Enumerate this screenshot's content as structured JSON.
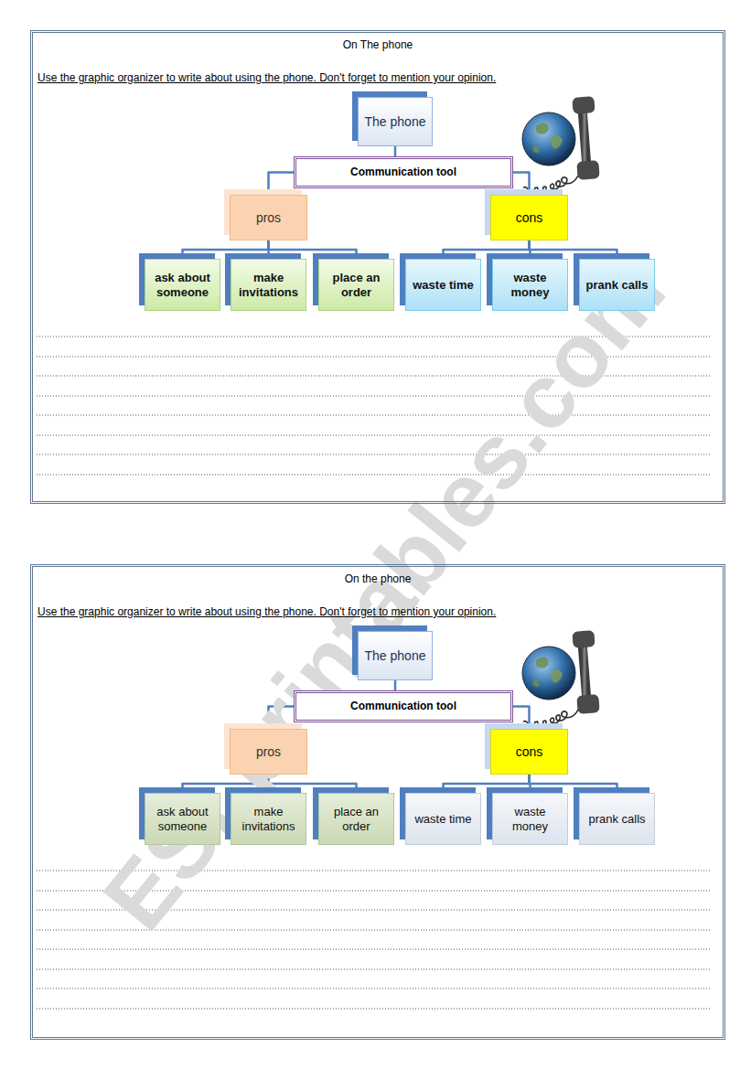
{
  "diagram": {
    "nodes": [
      {
        "text": [
          "On The phone",
          "Use the graphic organizer to write about using the phone. Don't forget to mention your opinion."
        ]
      },
      {
        "text": [
          "The phone"
        ],
        "in": 0
      },
      {
        "text": [
          "Communication tool"
        ],
        "in": 0
      },
      {
        "text": [
          "pros"
        ],
        "in": 0
      },
      {
        "text": [
          "cons"
        ],
        "in": 0
      },
      {
        "text": [
          "ask about someone"
        ],
        "in": 0
      },
      {
        "text": [
          "make invitations"
        ],
        "in": 0
      },
      {
        "text": [
          "place an order"
        ],
        "in": 0
      },
      {
        "text": [
          "waste time"
        ],
        "in": 0
      },
      {
        "text": [
          "waste money"
        ],
        "in": 0
      },
      {
        "text": [
          "prank calls"
        ],
        "in": 0
      },
      {
        "text": [
          "On the phone",
          "Use the graphic organizer to write about using the phone. Don't forget to mention your opinion."
        ]
      },
      {
        "text": [
          "The phone"
        ],
        "in": 11
      },
      {
        "text": [
          "Communication tool"
        ],
        "in": 11
      },
      {
        "text": [
          "pros"
        ],
        "in": 11
      },
      {
        "text": [
          "cons"
        ],
        "in": 11
      },
      {
        "text": [
          "ask about someone"
        ],
        "in": 11
      },
      {
        "text": [
          "make invitations"
        ],
        "in": 11
      },
      {
        "text": [
          "place an order"
        ],
        "in": 11
      },
      {
        "text": [
          "waste time"
        ],
        "in": 11
      },
      {
        "text": [
          "waste money"
        ],
        "in": 11
      },
      {
        "text": [
          "prank calls"
        ],
        "in": 11
      }
    ],
    "edges": [
      {
        "from": 1,
        "to": 2,
        "arrow": "none"
      },
      {
        "from": 2,
        "to": 3,
        "arrow": "none"
      },
      {
        "from": 2,
        "to": 4,
        "arrow": "none"
      },
      {
        "from": 3,
        "to": 5,
        "arrow": "none"
      },
      {
        "from": 3,
        "to": 6,
        "arrow": "none"
      },
      {
        "from": 3,
        "to": 7,
        "arrow": "none"
      },
      {
        "from": 4,
        "to": 8,
        "arrow": "none"
      },
      {
        "from": 4,
        "to": 9,
        "arrow": "none"
      },
      {
        "from": 4,
        "to": 10,
        "arrow": "none"
      },
      {
        "from": 12,
        "to": 13,
        "arrow": "none"
      },
      {
        "from": 13,
        "to": 14,
        "arrow": "none"
      },
      {
        "from": 13,
        "to": 15,
        "arrow": "none"
      },
      {
        "from": 14,
        "to": 16,
        "arrow": "none"
      },
      {
        "from": 14,
        "to": 17,
        "arrow": "none"
      },
      {
        "from": 14,
        "to": 18,
        "arrow": "none"
      },
      {
        "from": 15,
        "to": 19,
        "arrow": "none"
      },
      {
        "from": 15,
        "to": 20,
        "arrow": "none"
      },
      {
        "from": 15,
        "to": 21,
        "arrow": "none"
      }
    ],
    "labels": [
      "ESLprintables.com"
    ]
  }
}
